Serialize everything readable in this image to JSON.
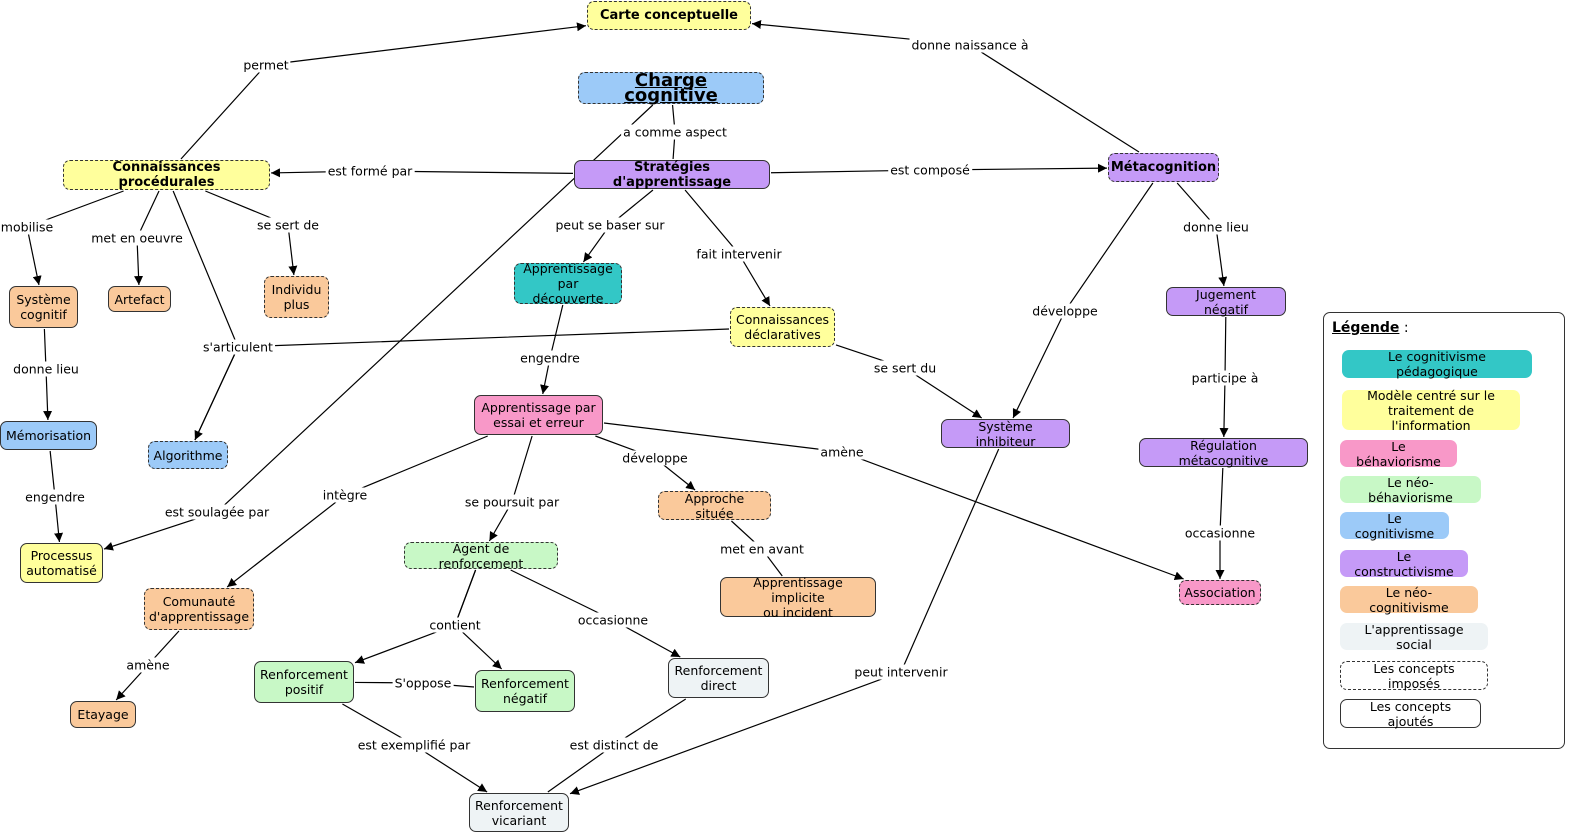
{
  "colors": {
    "yellow": "#ffff9c",
    "blue": "#9ccaf8",
    "purple": "#c59af7",
    "teal": "#33c7c6",
    "pink": "#f898c8",
    "green": "#c8f8c6",
    "orange": "#fac99b",
    "gray": "#eef3f5",
    "white": "#ffffff",
    "edge": "#000000"
  },
  "nodes": [
    {
      "id": "carte",
      "label": "Carte conceptuelle",
      "color": "yellow",
      "dashed": true
    },
    {
      "id": "charge",
      "label": "Charge cognitive",
      "color": "blue",
      "dashed": true
    },
    {
      "id": "conn_proc",
      "label": "Connaissances procédurales",
      "color": "yellow",
      "dashed": true
    },
    {
      "id": "strategies",
      "label": "Stratégies d'apprentissage",
      "color": "purple",
      "dashed": false
    },
    {
      "id": "metacognition",
      "label": "Métacognition",
      "color": "purple",
      "dashed": true
    },
    {
      "id": "systeme_cognitif",
      "label": "Système\ncognitif",
      "color": "orange",
      "dashed": false
    },
    {
      "id": "artefact",
      "label": "Artefact",
      "color": "orange",
      "dashed": false
    },
    {
      "id": "individu",
      "label": "Individu\nplus",
      "color": "orange",
      "dashed": true
    },
    {
      "id": "app_decouverte",
      "label": "Apprentissage\npar découverte",
      "color": "teal",
      "dashed": true
    },
    {
      "id": "conn_decl",
      "label": "Connaissances\ndéclaratives",
      "color": "yellow",
      "dashed": true
    },
    {
      "id": "jugement",
      "label": "Jugement négatif",
      "color": "purple",
      "dashed": false
    },
    {
      "id": "memorisation",
      "label": "Mémorisation",
      "color": "blue",
      "dashed": false
    },
    {
      "id": "algorithme",
      "label": "Algorithme",
      "color": "blue",
      "dashed": true
    },
    {
      "id": "app_essai",
      "label": "Apprentissage par\nessai et erreur",
      "color": "pink",
      "dashed": false
    },
    {
      "id": "sys_inhib",
      "label": "Système inhibiteur",
      "color": "purple",
      "dashed": false
    },
    {
      "id": "regulation",
      "label": "Régulation métacognitive",
      "color": "purple",
      "dashed": false
    },
    {
      "id": "processus",
      "label": "Processus\nautomatisé",
      "color": "yellow",
      "dashed": false
    },
    {
      "id": "approche",
      "label": "Approche située",
      "color": "orange",
      "dashed": true
    },
    {
      "id": "agent",
      "label": "Agent de renforcement",
      "color": "green",
      "dashed": true
    },
    {
      "id": "comunaute",
      "label": "Comunauté\nd'apprentissage",
      "color": "orange",
      "dashed": true
    },
    {
      "id": "app_implicite",
      "label": "Apprentissage implicite\nou incident",
      "color": "orange",
      "dashed": false
    },
    {
      "id": "association",
      "label": "Association",
      "color": "pink",
      "dashed": true
    },
    {
      "id": "renf_positif",
      "label": "Renforcement\npositif",
      "color": "green",
      "dashed": false
    },
    {
      "id": "renf_negatif",
      "label": "Renforcement\nnégatif",
      "color": "green",
      "dashed": false
    },
    {
      "id": "renf_direct",
      "label": "Renforcement\ndirect",
      "color": "gray",
      "dashed": false
    },
    {
      "id": "etayage",
      "label": "Etayage",
      "color": "orange",
      "dashed": false
    },
    {
      "id": "renf_vicariant",
      "label": "Renforcement\nvicariant",
      "color": "gray",
      "dashed": false
    }
  ],
  "edges": [
    {
      "from": "conn_proc",
      "to": "carte",
      "label": "permet"
    },
    {
      "from": "metacognition",
      "to": "carte",
      "label": "donne naissance à"
    },
    {
      "from": "charge",
      "to": "strategies",
      "label": "a comme aspect",
      "arrow": false
    },
    {
      "from": "strategies",
      "to": "conn_proc",
      "label": "est formé par"
    },
    {
      "from": "strategies",
      "to": "metacognition",
      "label": "est composé"
    },
    {
      "from": "conn_proc",
      "to": "systeme_cognitif",
      "label": "mobilise"
    },
    {
      "from": "conn_proc",
      "to": "artefact",
      "label": "met en oeuvre"
    },
    {
      "from": "conn_proc",
      "to": "individu",
      "label": "se sert de"
    },
    {
      "from": "conn_proc",
      "to": "algorithme",
      "label": "s'articulent"
    },
    {
      "from": "conn_decl",
      "to": "algorithme",
      "label": "",
      "arrow": false
    },
    {
      "from": "strategies",
      "to": "app_decouverte",
      "label": "peut se baser sur"
    },
    {
      "from": "strategies",
      "to": "conn_decl",
      "label": "fait intervenir"
    },
    {
      "from": "metacognition",
      "to": "jugement",
      "label": "donne lieu"
    },
    {
      "from": "metacognition",
      "to": "sys_inhib",
      "label": "développe"
    },
    {
      "from": "systeme_cognitif",
      "to": "memorisation",
      "label": "donne lieu"
    },
    {
      "from": "memorisation",
      "to": "processus",
      "label": "engendre"
    },
    {
      "from": "charge",
      "to": "processus",
      "label": "est soulagée par"
    },
    {
      "from": "app_decouverte",
      "to": "app_essai",
      "label": "engendre"
    },
    {
      "from": "conn_decl",
      "to": "sys_inhib",
      "label": "se sert du"
    },
    {
      "from": "jugement",
      "to": "regulation",
      "label": "participe à"
    },
    {
      "from": "regulation",
      "to": "association",
      "label": "occasionne"
    },
    {
      "from": "app_essai",
      "to": "comunaute",
      "label": "intègre"
    },
    {
      "from": "app_essai",
      "to": "agent",
      "label": "se poursuit par"
    },
    {
      "from": "app_essai",
      "to": "approche",
      "label": "développe"
    },
    {
      "from": "app_essai",
      "to": "association",
      "label": "amène"
    },
    {
      "from": "approche",
      "to": "app_implicite",
      "label": "met en avant",
      "arrow": false
    },
    {
      "from": "agent",
      "to": "renf_positif",
      "label": "contient"
    },
    {
      "from": "agent",
      "to": "renf_negatif",
      "label": "",
      "arrow": true,
      "via_label_of": "contient"
    },
    {
      "from": "agent",
      "to": "renf_direct",
      "label": "occasionne"
    },
    {
      "from": "renf_positif",
      "to": "renf_negatif",
      "label": "S'oppose",
      "arrow": false
    },
    {
      "from": "comunaute",
      "to": "etayage",
      "label": "amène"
    },
    {
      "from": "renf_positif",
      "to": "renf_vicariant",
      "label": "est exemplifié par"
    },
    {
      "from": "renf_direct",
      "to": "renf_vicariant",
      "label": "est distinct de",
      "arrow": false
    },
    {
      "from": "sys_inhib",
      "to": "renf_vicariant",
      "label": "peut intervenir"
    }
  ],
  "legend": {
    "title": "Légende",
    "suffix": " :",
    "items": [
      {
        "label": "Le cognitivisme pédagogique",
        "color": "teal",
        "border": "none"
      },
      {
        "label": "Modèle centré sur le\ntraitement de l'information",
        "color": "yellow",
        "border": "none"
      },
      {
        "label": "Le béhaviorisme",
        "color": "pink",
        "border": "none"
      },
      {
        "label": "Le néo-béhaviorisme",
        "color": "green",
        "border": "none"
      },
      {
        "label": "Le cognitivisme",
        "color": "blue",
        "border": "none"
      },
      {
        "label": "Le constructivisme",
        "color": "purple",
        "border": "none"
      },
      {
        "label": "Le néo-cognitivisme",
        "color": "orange",
        "border": "none"
      },
      {
        "label": "L'apprentissage social",
        "color": "gray",
        "border": "none"
      },
      {
        "label": "Les concepts imposés",
        "color": "white",
        "border": "dashed"
      },
      {
        "label": "Les concepts ajoutés",
        "color": "white",
        "border": "solid"
      }
    ]
  }
}
